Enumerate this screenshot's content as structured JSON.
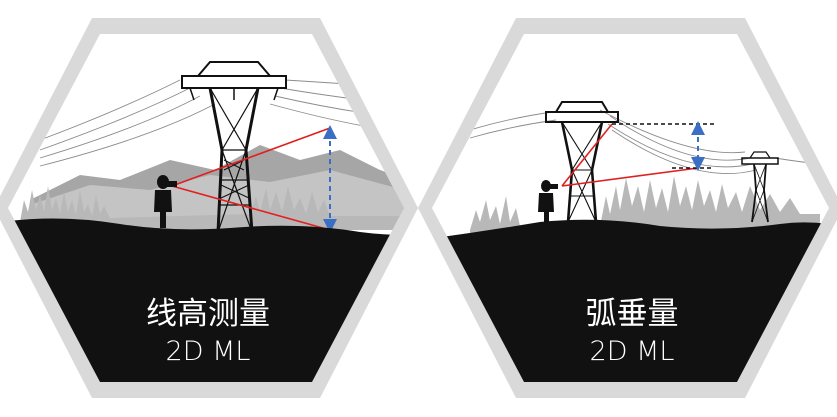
{
  "panels": [
    {
      "title": "线高测量",
      "subtitle": "2D ML"
    },
    {
      "title": "弧垂量",
      "subtitle": "2D ML"
    }
  ],
  "colors": {
    "frame": "#d9d9d9",
    "ground": "#111111",
    "trees": "#b8b8b8",
    "mountain": "#a6a6a6",
    "wire": "#8c8c8c",
    "tower": "#111111",
    "sight_line": "#e02020",
    "measure_arrow": "#3a6fc4",
    "label_text": "#ffffff"
  }
}
